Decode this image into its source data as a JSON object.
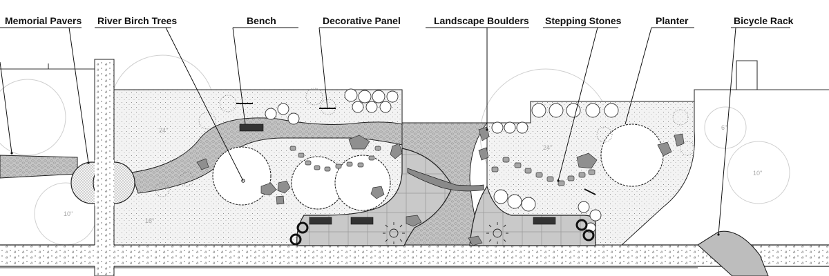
{
  "callouts": [
    {
      "key": "memorial_pavers",
      "label": "Memorial Pavers"
    },
    {
      "key": "river_birch_trees",
      "label": "River Birch Trees"
    },
    {
      "key": "bench",
      "label": "Bench"
    },
    {
      "key": "decorative_panel",
      "label": "Decorative Panel"
    },
    {
      "key": "landscape_boulders",
      "label": "Landscape Boulders"
    },
    {
      "key": "stepping_stones",
      "label": "Stepping Stones"
    },
    {
      "key": "planter",
      "label": "Planter"
    },
    {
      "key": "bicycle_rack",
      "label": "Bicycle Rack"
    }
  ],
  "tree_sizes": [
    "24\"",
    "18\"",
    "10\"",
    "24\"",
    "6\"",
    "10\""
  ],
  "colors": {
    "line": "#222222",
    "mulch": "#f3f3f3",
    "path_fill": "#bdbdbd",
    "pavement": "#c6c6c6",
    "boulder": "#8f8f8f",
    "faint_tree": "#cfcfcf"
  }
}
